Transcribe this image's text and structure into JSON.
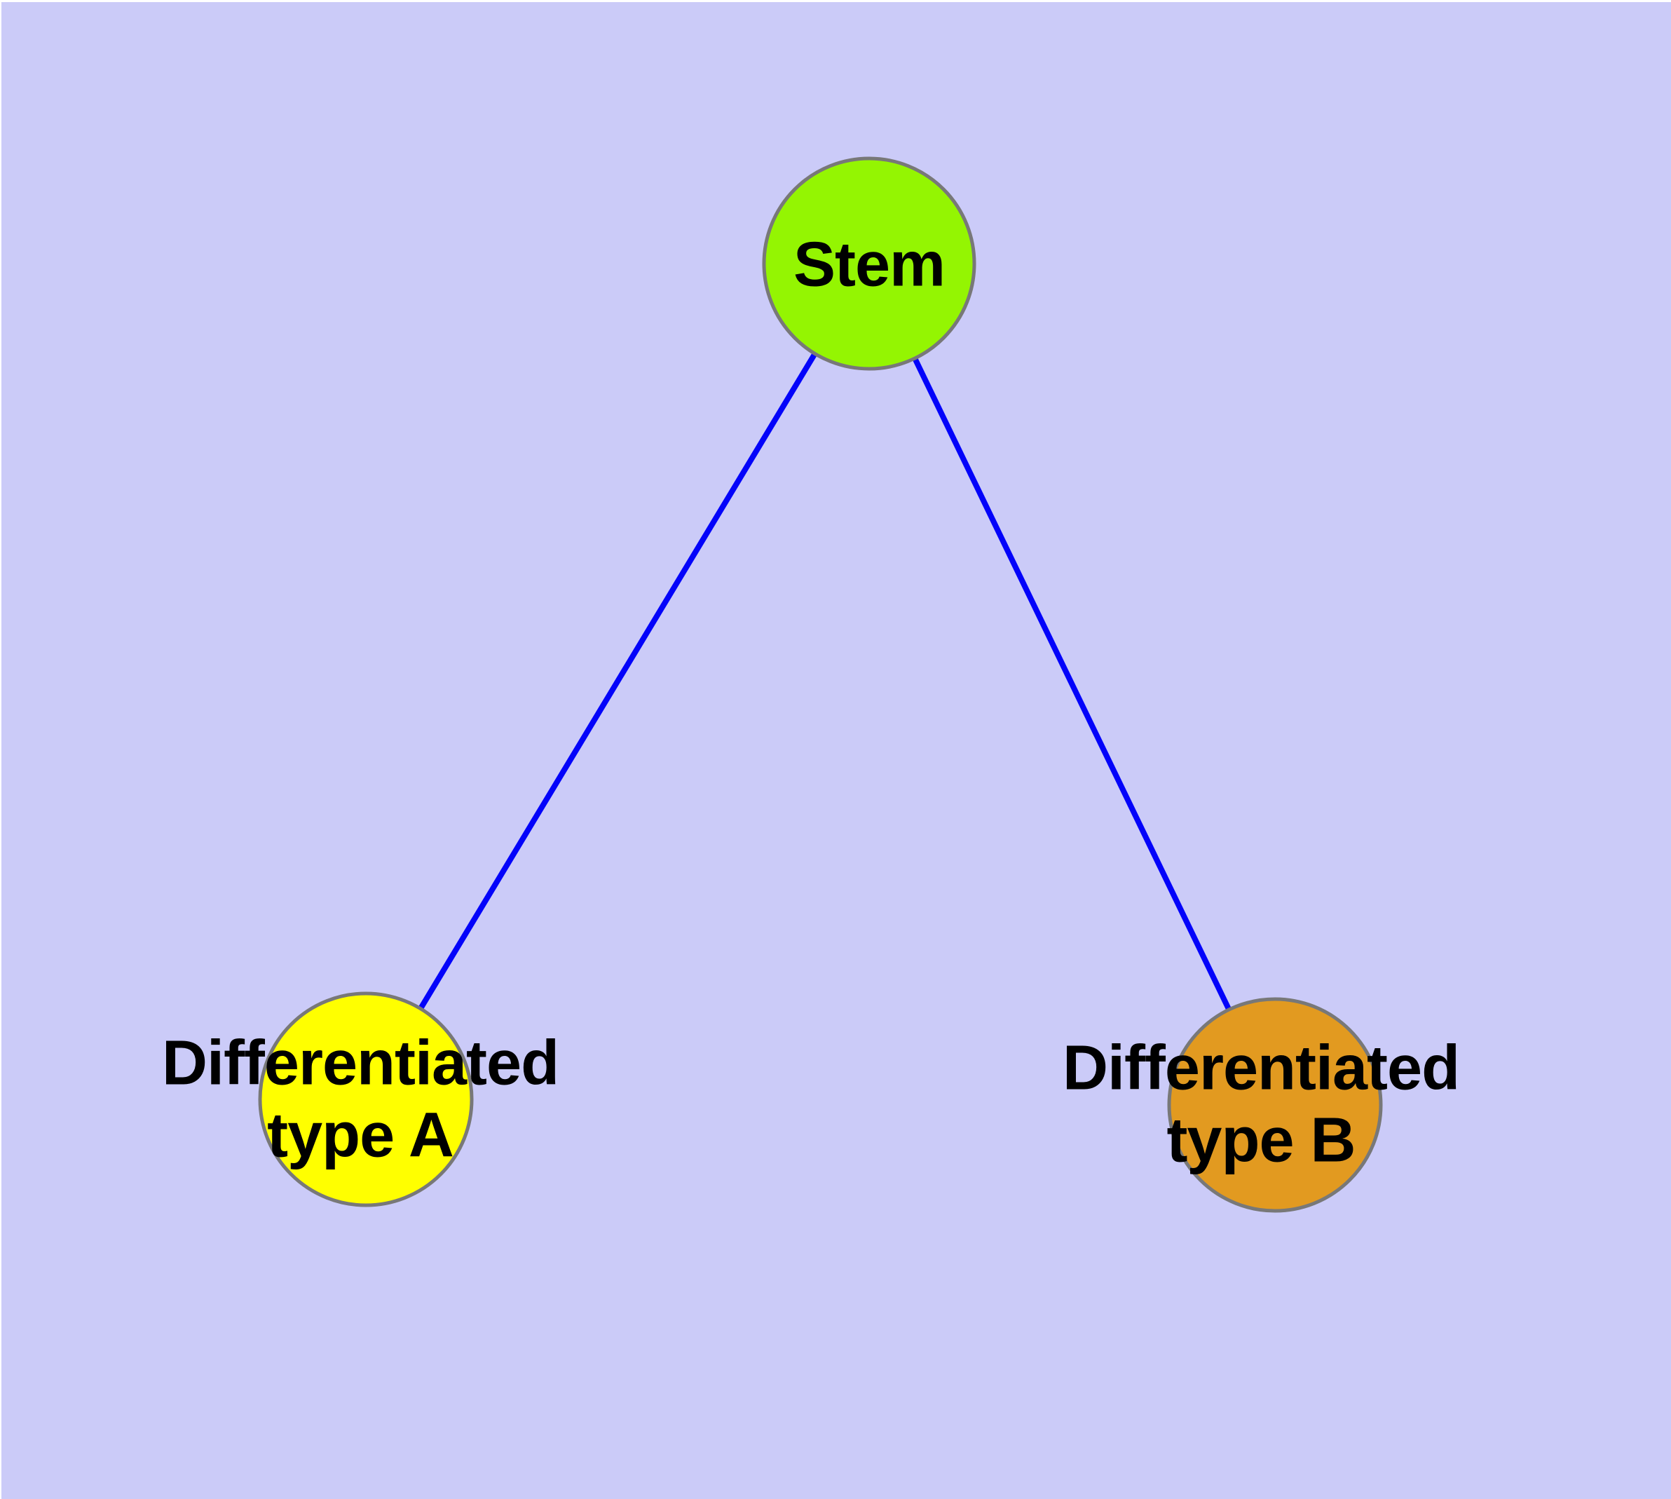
{
  "canvas": {
    "background_color": "#CBCBF8",
    "edge_sliver_color": "#FFFFFF"
  },
  "nodes": {
    "stem": {
      "label": "Stem",
      "fill": "#94F502",
      "border": "#787878"
    },
    "type_a": {
      "label": "Differentiated\ntype A",
      "fill": "#FFFF00",
      "border": "#787878"
    },
    "type_b": {
      "label": "Differentiated\ntype B",
      "fill": "#E29A20",
      "border": "#787878"
    }
  },
  "edges": {
    "color": "#0303FA",
    "items": [
      {
        "from": "Stem",
        "to": "Differentiated type A"
      },
      {
        "from": "Stem",
        "to": "Differentiated type B"
      }
    ]
  }
}
